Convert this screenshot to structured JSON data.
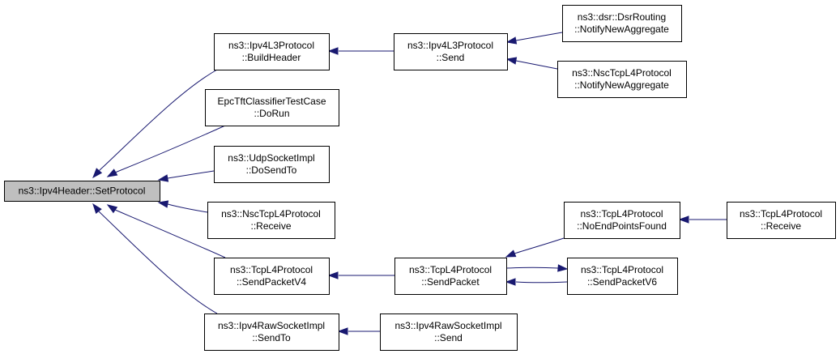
{
  "graph": {
    "colors": {
      "edge": "#191970",
      "root_fill": "#bfbfbf",
      "node_fill": "#ffffff",
      "border": "#000000"
    },
    "nodes": [
      {
        "id": "root",
        "lines": [
          "ns3::Ipv4Header::SetProtocol"
        ],
        "root": true
      },
      {
        "id": "buildheader",
        "lines": [
          "ns3::Ipv4L3Protocol",
          "::BuildHeader"
        ]
      },
      {
        "id": "epc",
        "lines": [
          "EpcTftClassifierTestCase",
          "::DoRun"
        ]
      },
      {
        "id": "udpsend",
        "lines": [
          "ns3::UdpSocketImpl",
          "::DoSendTo"
        ]
      },
      {
        "id": "nscreceive",
        "lines": [
          "ns3::NscTcpL4Protocol",
          "::Receive"
        ]
      },
      {
        "id": "sendpv4",
        "lines": [
          "ns3::TcpL4Protocol",
          "::SendPacketV4"
        ]
      },
      {
        "id": "rawsendto",
        "lines": [
          "ns3::Ipv4RawSocketImpl",
          "::SendTo"
        ]
      },
      {
        "id": "l3send",
        "lines": [
          "ns3::Ipv4L3Protocol",
          "::Send"
        ]
      },
      {
        "id": "dsrnotify",
        "lines": [
          "ns3::dsr::DsrRouting",
          "::NotifyNewAggregate"
        ]
      },
      {
        "id": "nscnotify",
        "lines": [
          "ns3::NscTcpL4Protocol",
          "::NotifyNewAggregate"
        ]
      },
      {
        "id": "sendpacket",
        "lines": [
          "ns3::TcpL4Protocol",
          "::SendPacket"
        ]
      },
      {
        "id": "noend",
        "lines": [
          "ns3::TcpL4Protocol",
          "::NoEndPointsFound"
        ]
      },
      {
        "id": "sendpv6",
        "lines": [
          "ns3::TcpL4Protocol",
          "::SendPacketV6"
        ]
      },
      {
        "id": "tcpreceive",
        "lines": [
          "ns3::TcpL4Protocol",
          "::Receive"
        ]
      },
      {
        "id": "rawsend",
        "lines": [
          "ns3::Ipv4RawSocketImpl",
          "::Send"
        ]
      }
    ],
    "edges": [
      {
        "from": "buildheader",
        "to": "root"
      },
      {
        "from": "epc",
        "to": "root"
      },
      {
        "from": "udpsend",
        "to": "root"
      },
      {
        "from": "nscreceive",
        "to": "root"
      },
      {
        "from": "sendpv4",
        "to": "root"
      },
      {
        "from": "rawsendto",
        "to": "root"
      },
      {
        "from": "l3send",
        "to": "buildheader"
      },
      {
        "from": "dsrnotify",
        "to": "l3send"
      },
      {
        "from": "nscnotify",
        "to": "l3send"
      },
      {
        "from": "sendpacket",
        "to": "sendpv4"
      },
      {
        "from": "noend",
        "to": "sendpacket"
      },
      {
        "from": "sendpv6",
        "to": "sendpacket"
      },
      {
        "from": "sendpacket",
        "to": "sendpv6"
      },
      {
        "from": "tcpreceive",
        "to": "noend"
      },
      {
        "from": "rawsend",
        "to": "rawsendto"
      }
    ]
  }
}
